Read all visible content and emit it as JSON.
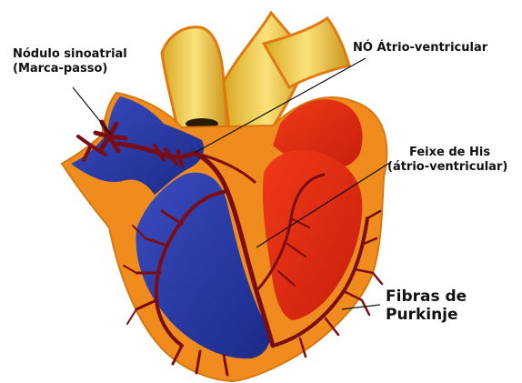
{
  "labels": {
    "sa_node_line1": "Nódulo sinoatrial",
    "sa_node_line2": "(Marca-passo)",
    "av_node": "NÓ Átrio-ventricular",
    "his_line1": "Feixe de His",
    "his_line2": "(átrio-ventricular)",
    "purkinje_line1": "Fibras de",
    "purkinje_line2": "Purkinje"
  },
  "colors": {
    "background": "#ffffff",
    "heart_wall": "#f08c1e",
    "right_side_deoxygenated": "#2a3aa0",
    "left_side_oxygenated": "#e02a12",
    "great_vessels": "#f2c83a",
    "conduction_system": "#7a0d14",
    "leader_lines": "#111111"
  }
}
